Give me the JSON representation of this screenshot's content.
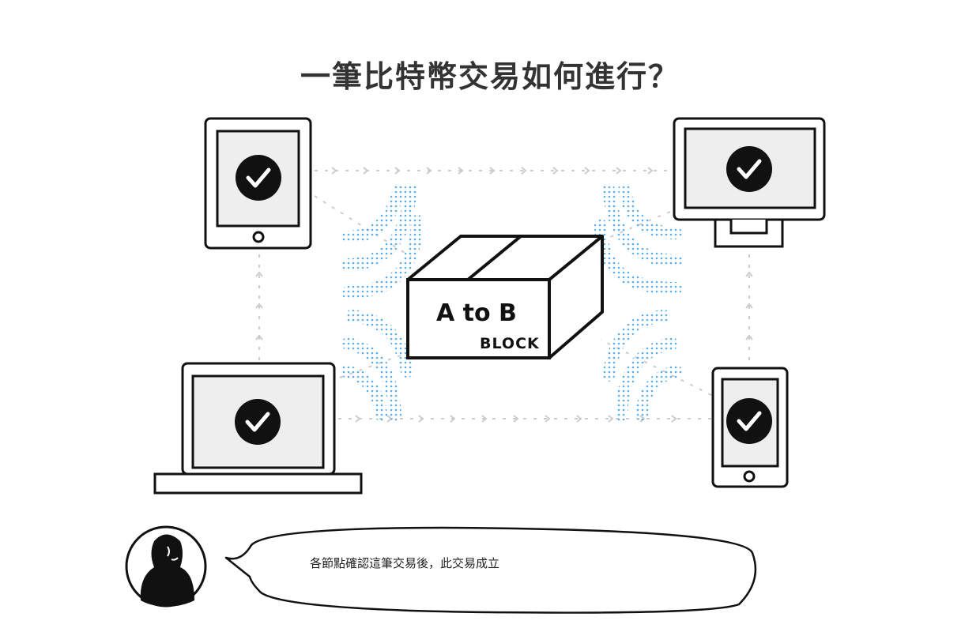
{
  "title": "一筆比特幣交易如何進行？",
  "block": {
    "main_label": "A to B",
    "sub_label": "BLOCK"
  },
  "devices": [
    {
      "kind": "tablet",
      "status": "verified"
    },
    {
      "kind": "desktop-monitor",
      "status": "verified"
    },
    {
      "kind": "laptop",
      "status": "verified"
    },
    {
      "kind": "smartphone",
      "status": "verified"
    }
  ],
  "speech_bubble": {
    "text": "各節點確認這筆交易後，此交易成立"
  },
  "colors": {
    "outline": "#111111",
    "screen": "#eeeeee",
    "signal_dots": "#5aaee8",
    "connector": "#cccccc",
    "title_text": "#333333"
  },
  "icons": [
    "check-circle-icon",
    "avatar-silhouette-icon"
  ]
}
